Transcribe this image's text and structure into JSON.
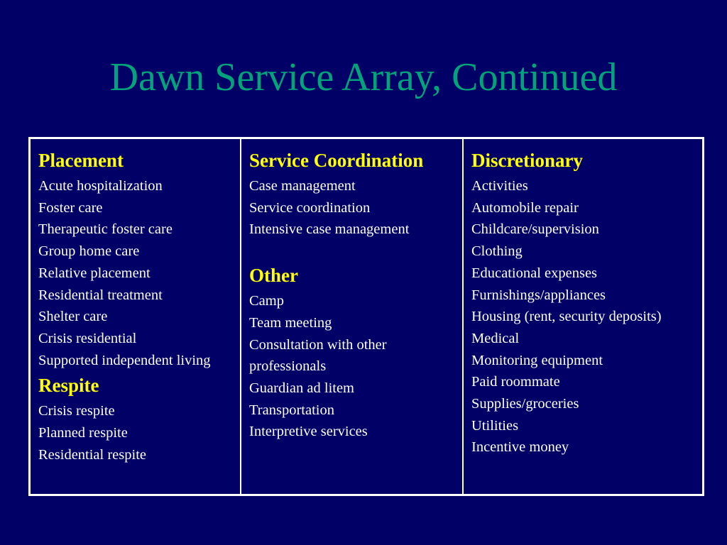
{
  "slide": {
    "title": "Dawn Service Array, Continued"
  },
  "columns": [
    {
      "groups": [
        {
          "heading": "Placement",
          "items": [
            "Acute hospitalization",
            "Foster care",
            "Therapeutic foster care",
            "Group home care",
            "Relative placement",
            "Residential treatment",
            "Shelter care",
            "Crisis residential",
            "Supported independent living"
          ]
        },
        {
          "heading": "Respite",
          "items": [
            "Crisis respite",
            "Planned respite",
            "Residential respite"
          ]
        }
      ]
    },
    {
      "groups": [
        {
          "heading": "Service Coordination",
          "items": [
            "Case management",
            "Service coordination",
            "Intensive case management"
          ]
        },
        {
          "heading": "Other",
          "items": [
            "Camp",
            "Team meeting",
            "Consultation with other professionals",
            "Guardian ad litem",
            "Transportation",
            "Interpretive services"
          ]
        }
      ]
    },
    {
      "groups": [
        {
          "heading": "Discretionary",
          "items": [
            "Activities",
            "Automobile repair",
            "Childcare/supervision",
            "Clothing",
            "Educational expenses",
            "Furnishings/appliances",
            "Housing (rent, security deposits)",
            "Medical",
            "Monitoring equipment",
            "Paid roommate",
            "Supplies/groceries",
            "Utilities",
            "Incentive money"
          ]
        }
      ]
    }
  ],
  "colors": {
    "background": "#000066",
    "title": "#00a47a",
    "heading": "#ffff00",
    "text": "#ffffff",
    "border": "#ffffff"
  }
}
